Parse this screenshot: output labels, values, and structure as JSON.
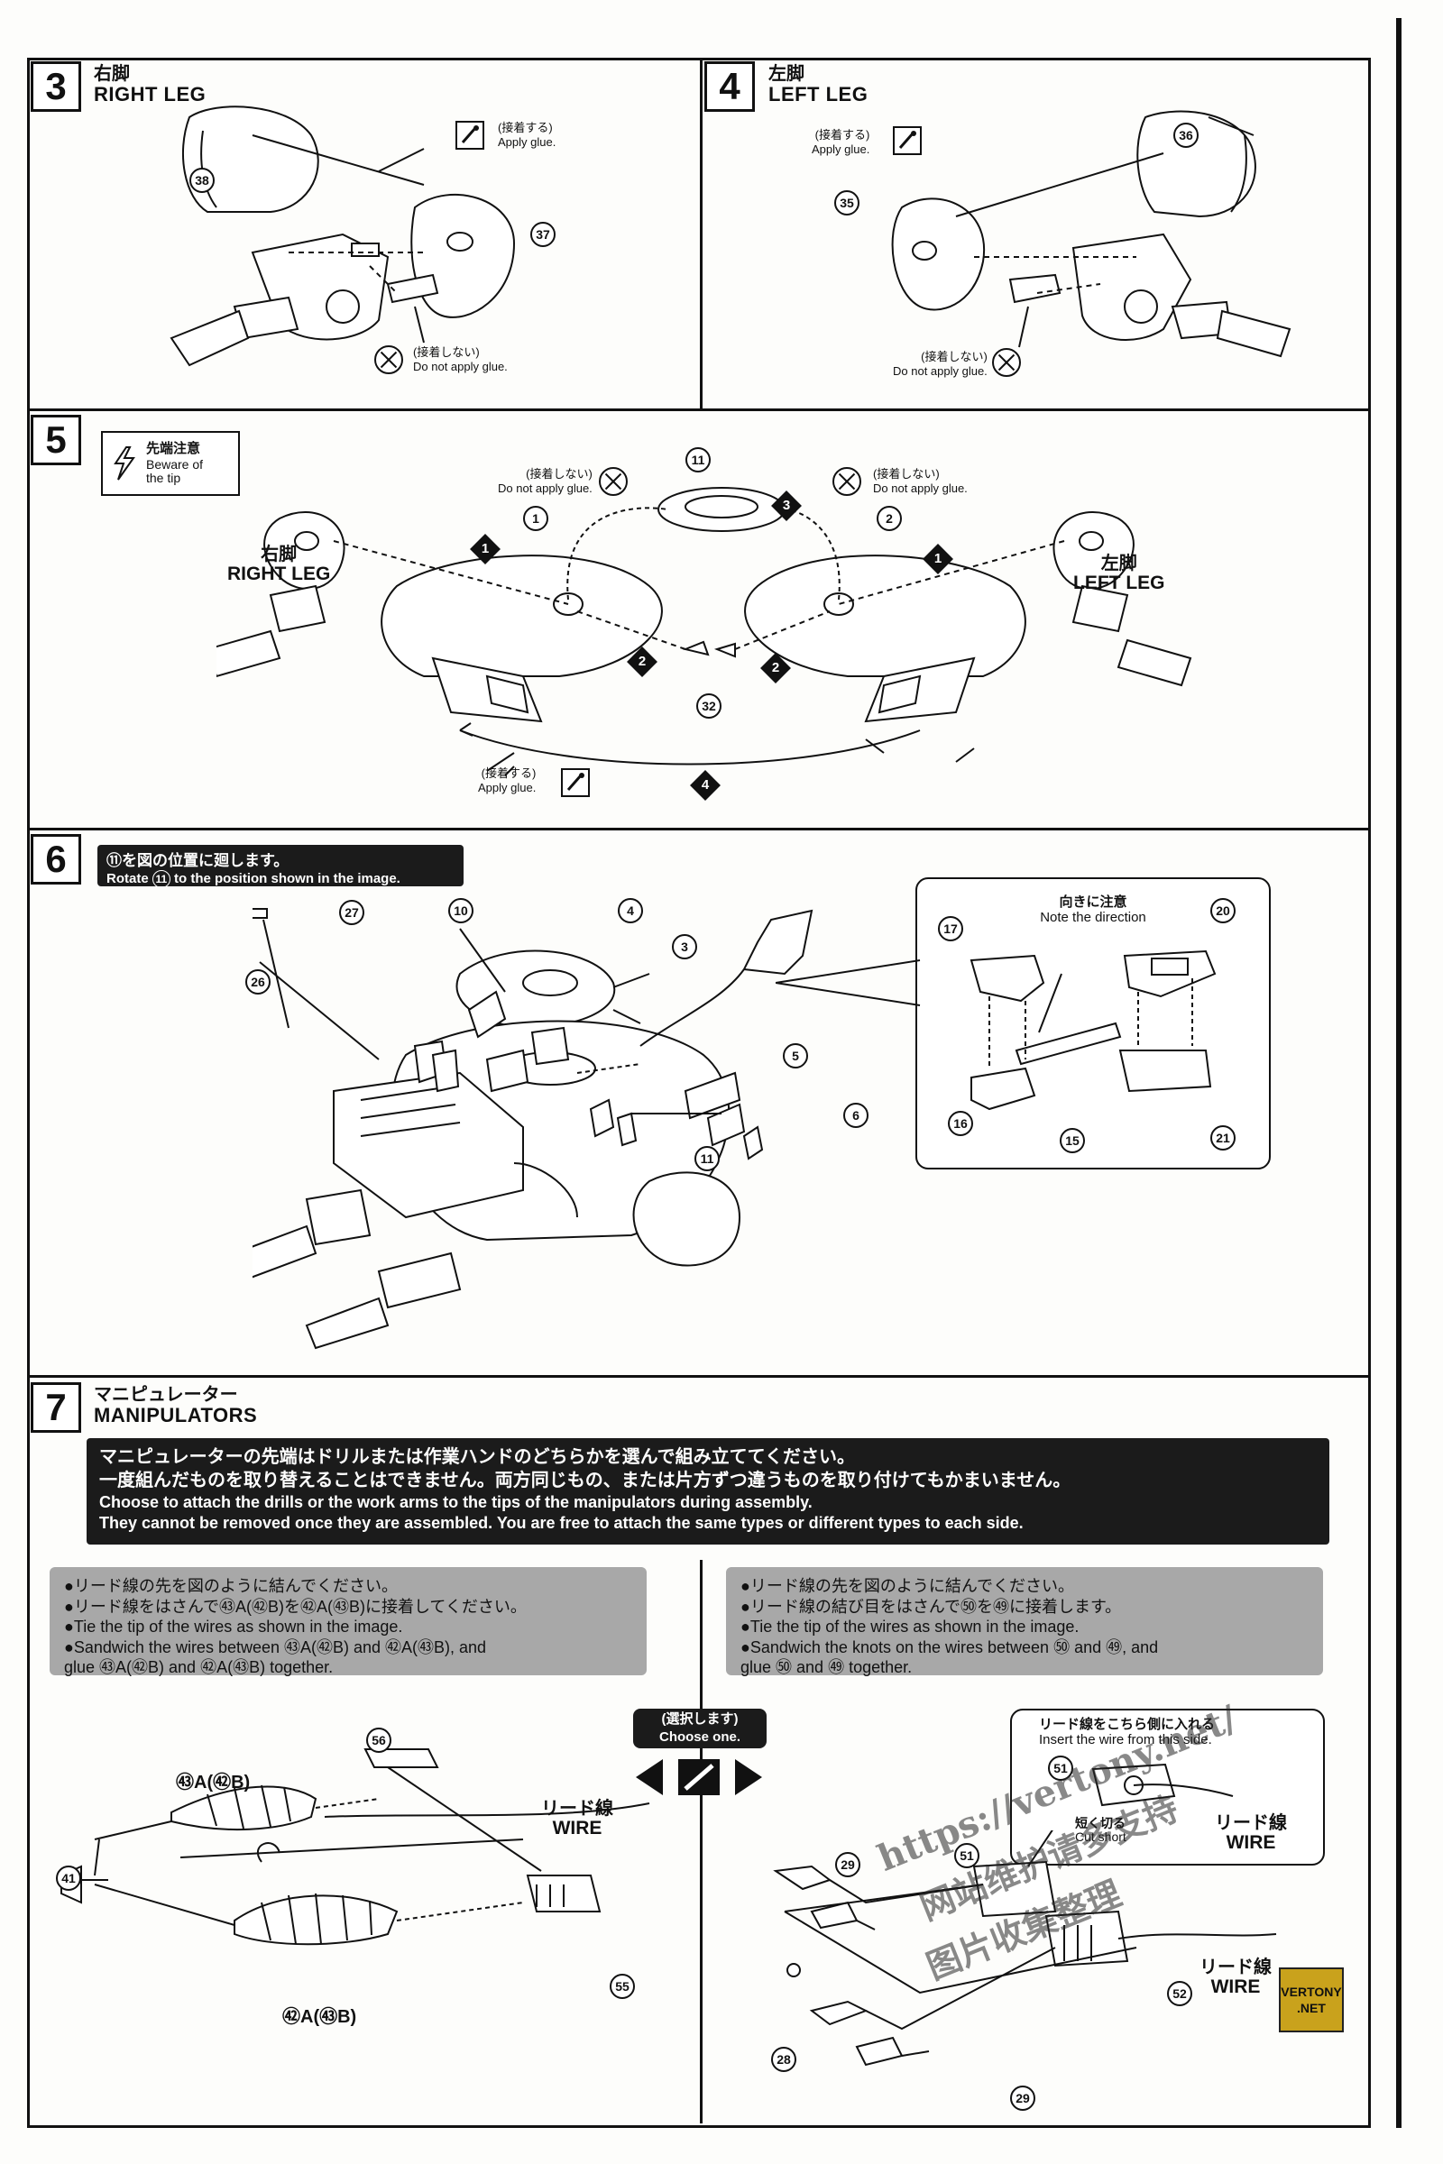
{
  "steps": {
    "s3": {
      "number": "3",
      "title_jp": "右脚",
      "title_en": "RIGHT LEG",
      "glue_jp": "(接着する)",
      "glue_en": "Apply glue.",
      "noglue_jp": "(接着しない)",
      "noglue_en": "Do not apply glue.",
      "parts": [
        "38",
        "37"
      ]
    },
    "s4": {
      "number": "4",
      "title_jp": "左脚",
      "title_en": "LEFT LEG",
      "glue_jp": "(接着する)",
      "glue_en": "Apply glue.",
      "noglue_jp": "(接着しない)",
      "noglue_en": "Do not apply glue.",
      "parts": [
        "36",
        "35"
      ]
    },
    "s5": {
      "number": "5",
      "warn_jp": "先端注意",
      "warn_en_1": "Beware of",
      "warn_en_2": "the tip",
      "noglue_jp": "(接着しない)",
      "noglue_en": "Do not apply glue.",
      "glue_jp": "(接着する)",
      "glue_en": "Apply glue.",
      "right_leg_jp": "右脚",
      "right_leg_en": "RIGHT LEG",
      "left_leg_jp": "左脚",
      "left_leg_en": "LEFT LEG",
      "parts": {
        "top": "11",
        "left": "1",
        "right": "2",
        "pin": "32"
      },
      "sequence": [
        "1",
        "2",
        "3",
        "4"
      ]
    },
    "s6": {
      "number": "6",
      "instr_jp": "⑪を図の位置に廻します。",
      "instr_en_a": "Rotate",
      "instr_en_num": "11",
      "instr_en_b": "to the position shown in the image.",
      "note_jp": "向きに注意",
      "note_en": "Note the direction",
      "parts": [
        "27",
        "10",
        "4",
        "3",
        "26",
        "5",
        "6",
        "11",
        "17",
        "20",
        "16",
        "15",
        "21"
      ]
    },
    "s7": {
      "number": "7",
      "title_jp": "マニピュレーター",
      "title_en": "MANIPULATORS",
      "banner": [
        "マニピュレーターの先端はドリルまたは作業ハンドのどちらかを選んで組み立ててください。",
        "一度組んだものを取り替えることはできません。両方同じもの、または片方ずつ違うものを取り付けてもかまいません。",
        "Choose to attach the drills or the work arms to the tips of the manipulators during assembly.",
        "They cannot be removed once they are assembled. You are free to attach the same types or different types to each side."
      ],
      "left_note": [
        "●リード線の先を図のように結んでください。",
        "●リード線をはさんで㊸A(㊷B)を㊷A(㊸B)に接着してください。",
        "●Tie the tip of the wires as shown in the image.",
        "●Sandwich the wires between ㊸A(㊷B) and ㊷A(㊸B), and",
        "   glue ㊸A(㊷B) and ㊷A(㊸B) together."
      ],
      "right_note": [
        "●リード線の先を図のように結んでください。",
        "●リード線の結び目をはさんで㊿を㊾に接着します。",
        "●Tie the tip of the wires as shown in the image.",
        "●Sandwich the knots on the wires between ㊿ and ㊾, and",
        "   glue ㊿ and ㊾ together."
      ],
      "choose_jp": "(選択します)",
      "choose_en": "Choose one.",
      "wire_jp": "リード線",
      "wire_en": "WIRE",
      "left_parts": {
        "p43a": "㊸A(㊷B)",
        "p42a": "㊷A(㊸B)",
        "p41": "41",
        "p56": "56",
        "p55": "55"
      },
      "right_parts": {
        "p29a": "29",
        "p51": "51",
        "p28": "28",
        "p52": "52",
        "p29b": "29"
      },
      "inset_jp": "リード線をこちら側に入れる",
      "inset_en": "Insert the wire from this side.",
      "inset_cut_jp": "短く切る",
      "inset_cut_en": "Cut short",
      "inset_wire_jp": "リード線",
      "inset_wire_en": "WIRE",
      "inset_part": "51"
    }
  },
  "watermark": {
    "url": "https://vertony.net/",
    "cn_1": "网站维护请多支持",
    "cn_2": "图片收集整理",
    "badge_1": "VERTONY",
    "badge_2": ".NET"
  }
}
